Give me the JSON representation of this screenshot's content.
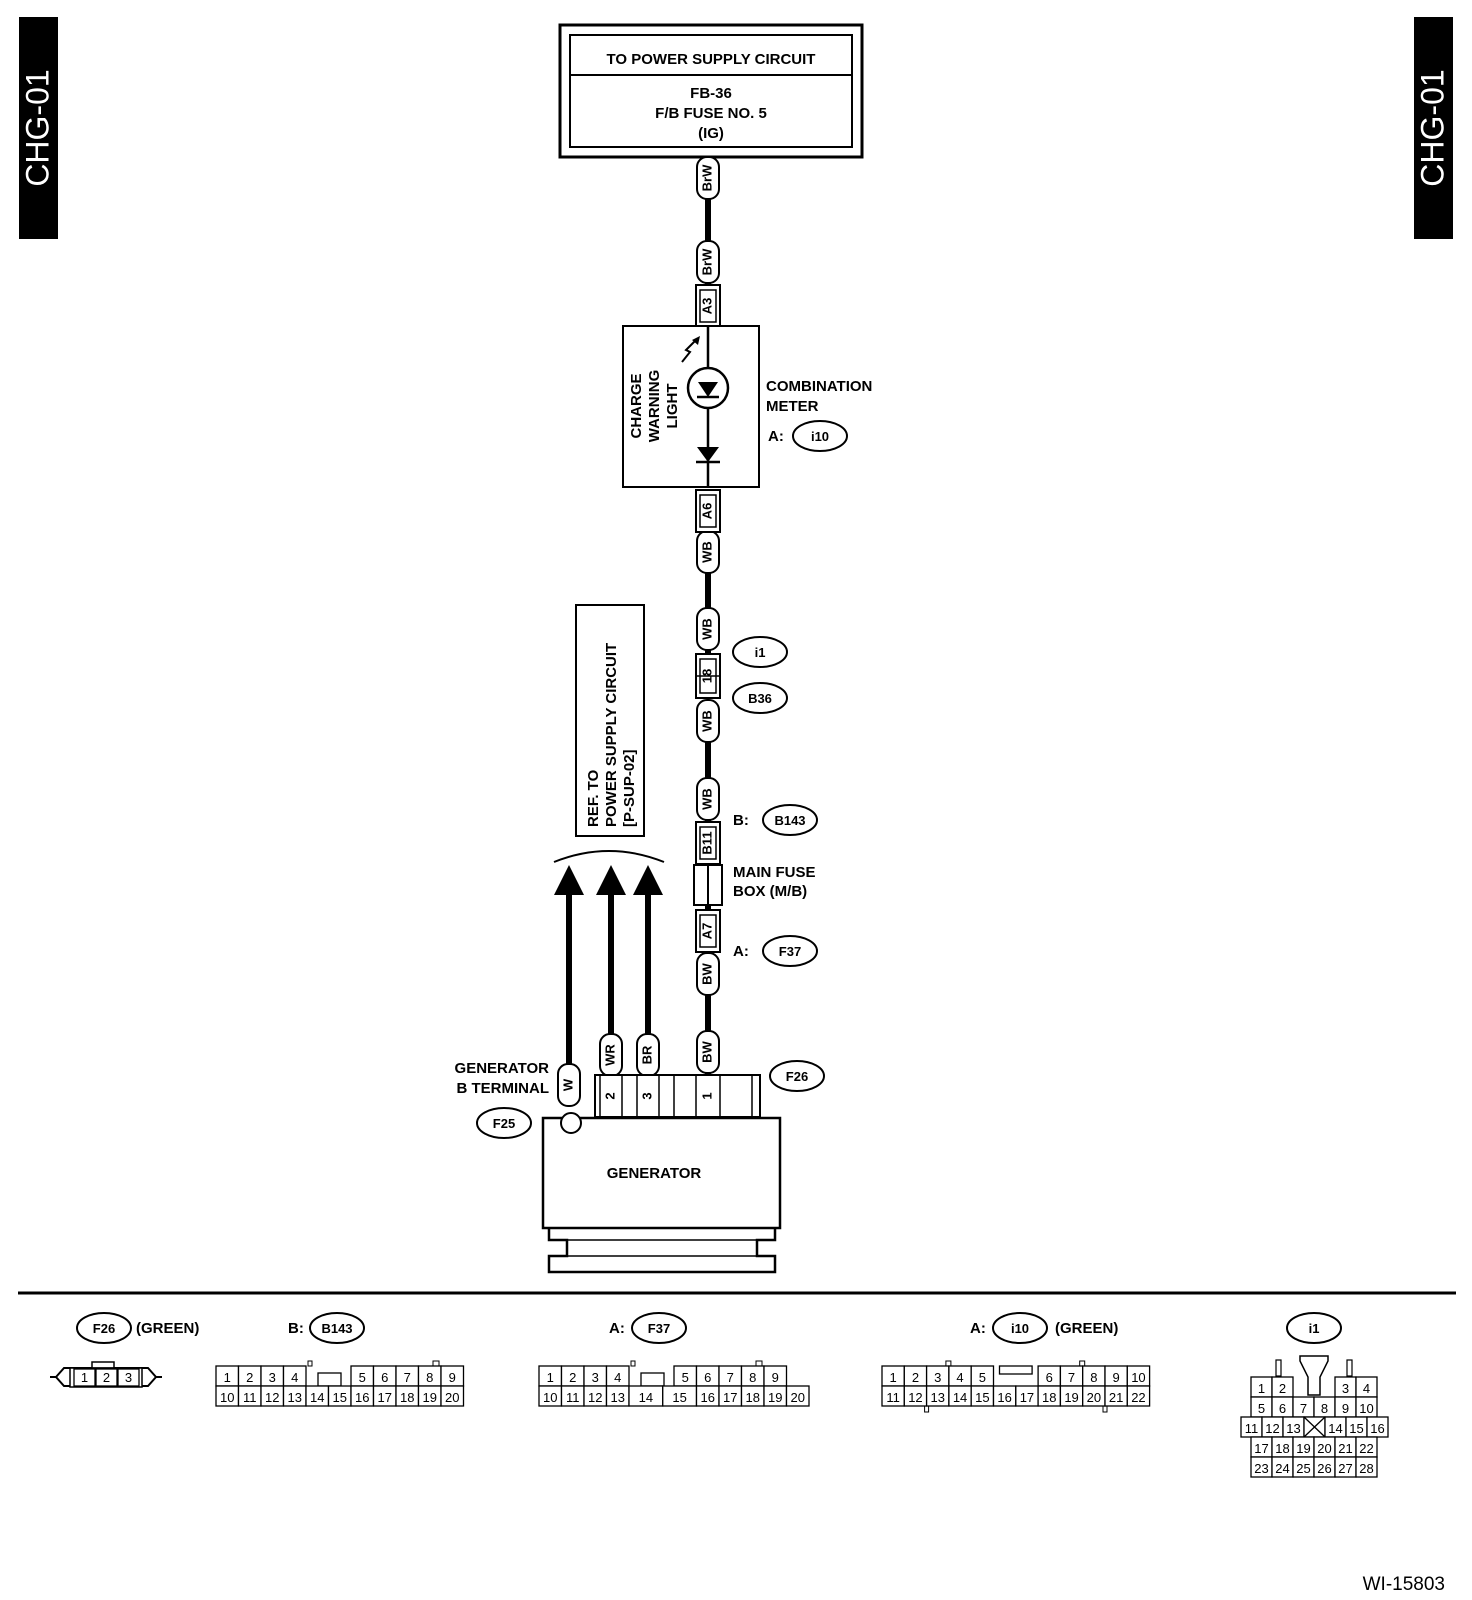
{
  "side_tabs": {
    "left": "CHG-01",
    "right": "CHG-01"
  },
  "power_supply_box": {
    "title": "TO POWER SUPPLY CIRCUIT",
    "line1": "FB-36",
    "line2": "F/B FUSE NO. 5",
    "line3": "(IG)"
  },
  "wires": {
    "brw_top": "BrW",
    "brw_a3": "BrW",
    "wb_a6": "WB",
    "wb_i1_top": "WB",
    "wb_i1_bottom": "WB",
    "wb_b11": "WB",
    "bw_a7": "BW",
    "bw_gen": "BW",
    "w_gen": "W",
    "wr_gen": "WR",
    "br_gen": "BR"
  },
  "terminals": {
    "a3": "A3",
    "a6": "A6",
    "t18": "18",
    "b11": "B11",
    "a7": "A7",
    "gen_pin2": "2",
    "gen_pin3": "3",
    "gen_pin1": "1"
  },
  "combination_meter": {
    "light_label": [
      "CHARGE",
      "WARNING",
      "LIGHT"
    ],
    "name_line1": "COMBINATION",
    "name_line2": "METER",
    "conn_prefix": "A:",
    "conn": "i10"
  },
  "connectors": {
    "i1": "i1",
    "b36": "B36",
    "b143_prefix": "B:",
    "b143": "B143",
    "f37_prefix": "A:",
    "f37": "F37",
    "f26": "F26",
    "f25": "F25"
  },
  "main_fuse_box": {
    "line1": "MAIN FUSE",
    "line2": "BOX (M/B)"
  },
  "ref_box": [
    "REF. TO",
    "POWER SUPPLY CIRCUIT",
    "[P-SUP-02]"
  ],
  "generator": {
    "b_terminal_line1": "GENERATOR",
    "b_terminal_line2": "B TERMINAL",
    "name": "GENERATOR"
  },
  "legend": {
    "f26": {
      "name": "F26",
      "note": "(GREEN)",
      "rows": [
        [
          "1",
          "2",
          "3"
        ]
      ]
    },
    "b143": {
      "prefix": "B:",
      "name": "B143",
      "rows": [
        [
          "1",
          "2",
          "3",
          "4",
          "",
          "5",
          "6",
          "7",
          "8",
          "9"
        ],
        [
          "10",
          "11",
          "12",
          "13",
          "14",
          "15",
          "16",
          "17",
          "18",
          "19",
          "20"
        ]
      ]
    },
    "f37": {
      "prefix": "A:",
      "name": "F37",
      "rows": [
        [
          "1",
          "2",
          "3",
          "4",
          "",
          "5",
          "6",
          "7",
          "8",
          "9"
        ],
        [
          "10",
          "11",
          "12",
          "13",
          "14",
          "15",
          "16",
          "17",
          "18",
          "19",
          "20"
        ]
      ]
    },
    "i10": {
      "prefix": "A:",
      "name": "i10",
      "note": "(GREEN)",
      "rows": [
        [
          "1",
          "2",
          "3",
          "4",
          "5",
          "",
          "6",
          "7",
          "8",
          "9",
          "10"
        ],
        [
          "11",
          "12",
          "13",
          "14",
          "15",
          "16",
          "17",
          "18",
          "19",
          "20",
          "21",
          "22"
        ]
      ]
    },
    "i1": {
      "name": "i1",
      "rows": [
        [
          "1",
          "2",
          "3",
          "4"
        ],
        [
          "5",
          "6",
          "7",
          "8",
          "9",
          "10"
        ],
        [
          "11",
          "12",
          "13",
          "14",
          "15",
          "16"
        ],
        [
          "17",
          "18",
          "19",
          "20",
          "21",
          "22"
        ],
        [
          "23",
          "24",
          "25",
          "26",
          "27",
          "28"
        ]
      ]
    }
  },
  "figure_id": "WI-15803"
}
